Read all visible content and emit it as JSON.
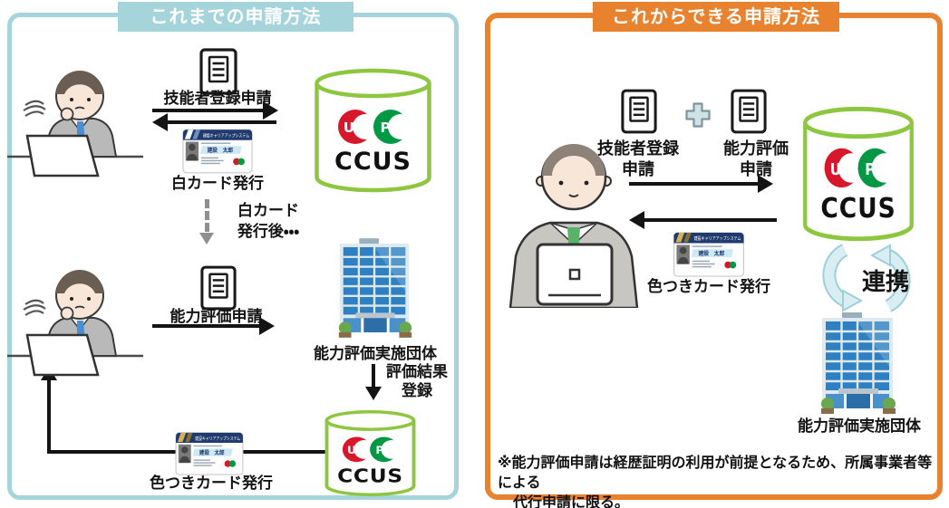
{
  "left": {
    "title": "これまでの申請方法",
    "register_label": "技能者登録申請",
    "white_card_label": "白カード発行",
    "after_line1": "白カード",
    "after_line2": "発行後・・・",
    "ability_label": "能力評価申請",
    "org_label": "能力評価実施団体",
    "result_line1": "評価結果",
    "result_line2": "登録",
    "colored_card_label": "色つきカード発行"
  },
  "right": {
    "title": "これからできる申請方法",
    "doc1_line1": "技能者登録",
    "doc1_line2": "申請",
    "doc2_line1": "能力評価",
    "doc2_line2": "申請",
    "colored_card_label": "色つきカード発行",
    "link_label": "連携",
    "org_label": "能力評価実施団体",
    "note_line1": "※能力評価申請は経歴証明の利用が前提となるため、所属事業者等による",
    "note_line2": "代行申請に限る。"
  },
  "ccus": {
    "u": "U",
    "p": "P",
    "name": "CCUS"
  },
  "card": {
    "system_name": "建設キャリアアップシステム",
    "holder_name": "建設　太郎"
  },
  "colors": {
    "old_accent": "#a5d5db",
    "new_accent": "#e8822e",
    "cylinder_green": "#8dc63f",
    "ccus_red": "#d7182a",
    "ccus_green": "#009844",
    "card_navy": "#1e3a6e",
    "card_gold": "#d9b04f",
    "link_arrow_fill": "#d8eef3",
    "building_blue": "#2f80c3"
  }
}
